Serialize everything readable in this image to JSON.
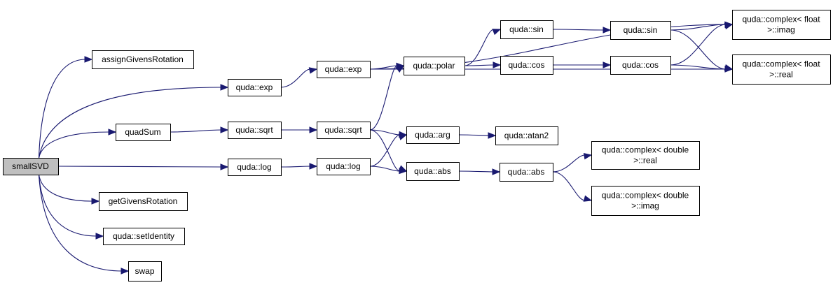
{
  "graph": {
    "edge_color": "#191970",
    "root_fill": "#bfbfbf",
    "node_fill": "#ffffff",
    "nodes": {
      "smallSVD": {
        "lines": [
          "smallSVD"
        ],
        "root": true
      },
      "assignGivensRotation": {
        "lines": [
          "assignGivensRotation"
        ]
      },
      "quadSum": {
        "lines": [
          "quadSum"
        ]
      },
      "getGivensRotation": {
        "lines": [
          "getGivensRotation"
        ]
      },
      "setIdentity": {
        "lines": [
          "quda::setIdentity"
        ]
      },
      "swap": {
        "lines": [
          "swap"
        ]
      },
      "exp1": {
        "lines": [
          "quda::exp"
        ]
      },
      "sqrt1": {
        "lines": [
          "quda::sqrt"
        ]
      },
      "log1": {
        "lines": [
          "quda::log"
        ]
      },
      "exp2": {
        "lines": [
          "quda::exp"
        ]
      },
      "sqrt2": {
        "lines": [
          "quda::sqrt"
        ]
      },
      "log2": {
        "lines": [
          "quda::log"
        ]
      },
      "polar": {
        "lines": [
          "quda::polar"
        ]
      },
      "arg": {
        "lines": [
          "quda::arg"
        ]
      },
      "abs1": {
        "lines": [
          "quda::abs"
        ]
      },
      "sin1": {
        "lines": [
          "quda::sin"
        ]
      },
      "cos1": {
        "lines": [
          "quda::cos"
        ]
      },
      "atan2": {
        "lines": [
          "quda::atan2"
        ]
      },
      "abs2": {
        "lines": [
          "quda::abs"
        ]
      },
      "sin2": {
        "lines": [
          "quda::sin"
        ]
      },
      "cos2": {
        "lines": [
          "quda::cos"
        ]
      },
      "fimag": {
        "lines": [
          "quda::complex< float",
          ">::imag"
        ]
      },
      "freal": {
        "lines": [
          "quda::complex< float",
          ">::real"
        ]
      },
      "dreal": {
        "lines": [
          "quda::complex< double",
          ">::real"
        ]
      },
      "dimag": {
        "lines": [
          "quda::complex< double",
          ">::imag"
        ]
      }
    },
    "edges": [
      [
        "smallSVD",
        "assignGivensRotation"
      ],
      [
        "smallSVD",
        "exp1"
      ],
      [
        "smallSVD",
        "quadSum"
      ],
      [
        "smallSVD",
        "log1"
      ],
      [
        "smallSVD",
        "getGivensRotation"
      ],
      [
        "smallSVD",
        "setIdentity"
      ],
      [
        "smallSVD",
        "swap"
      ],
      [
        "quadSum",
        "sqrt1"
      ],
      [
        "exp1",
        "exp2"
      ],
      [
        "sqrt1",
        "sqrt2"
      ],
      [
        "log1",
        "log2"
      ],
      [
        "exp2",
        "fimag"
      ],
      [
        "exp2",
        "polar"
      ],
      [
        "exp2",
        "freal"
      ],
      [
        "sqrt2",
        "polar"
      ],
      [
        "sqrt2",
        "arg"
      ],
      [
        "sqrt2",
        "abs1"
      ],
      [
        "log2",
        "arg"
      ],
      [
        "log2",
        "abs1"
      ],
      [
        "polar",
        "sin1"
      ],
      [
        "polar",
        "cos1"
      ],
      [
        "arg",
        "atan2"
      ],
      [
        "abs1",
        "abs2"
      ],
      [
        "sin1",
        "sin2"
      ],
      [
        "cos1",
        "cos2"
      ],
      [
        "abs2",
        "dreal"
      ],
      [
        "abs2",
        "dimag"
      ],
      [
        "sin2",
        "fimag"
      ],
      [
        "sin2",
        "freal"
      ],
      [
        "cos2",
        "fimag"
      ],
      [
        "cos2",
        "freal"
      ]
    ]
  }
}
